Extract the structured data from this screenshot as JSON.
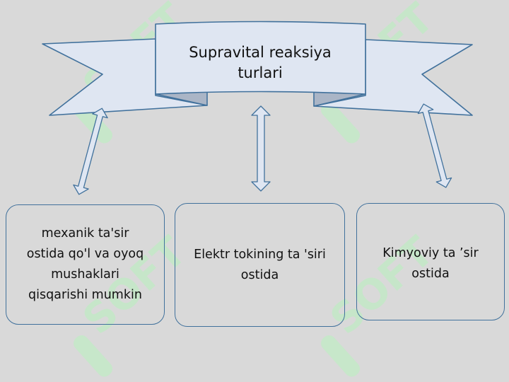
{
  "title": {
    "line1": "Supravital reaksiya",
    "line2": "turlari"
  },
  "boxes": [
    {
      "lines": [
        "mexanik ta'sir",
        "ostida qo'l va oyoq",
        "mushaklari",
        "qisqarishi mumkin"
      ]
    },
    {
      "lines": [
        "Elektr tokining ta 'siri",
        "ostida"
      ]
    },
    {
      "lines": [
        "Kimyoviy ta ’sir",
        "ostida"
      ]
    }
  ],
  "watermark": {
    "text": "SOFT"
  },
  "colors": {
    "background": "#d9d9d9",
    "box_border": "#41719c",
    "banner_fill": "#dfe6f2",
    "banner_shadow": "#aab5c6",
    "watermark": "#c3e9c7"
  }
}
